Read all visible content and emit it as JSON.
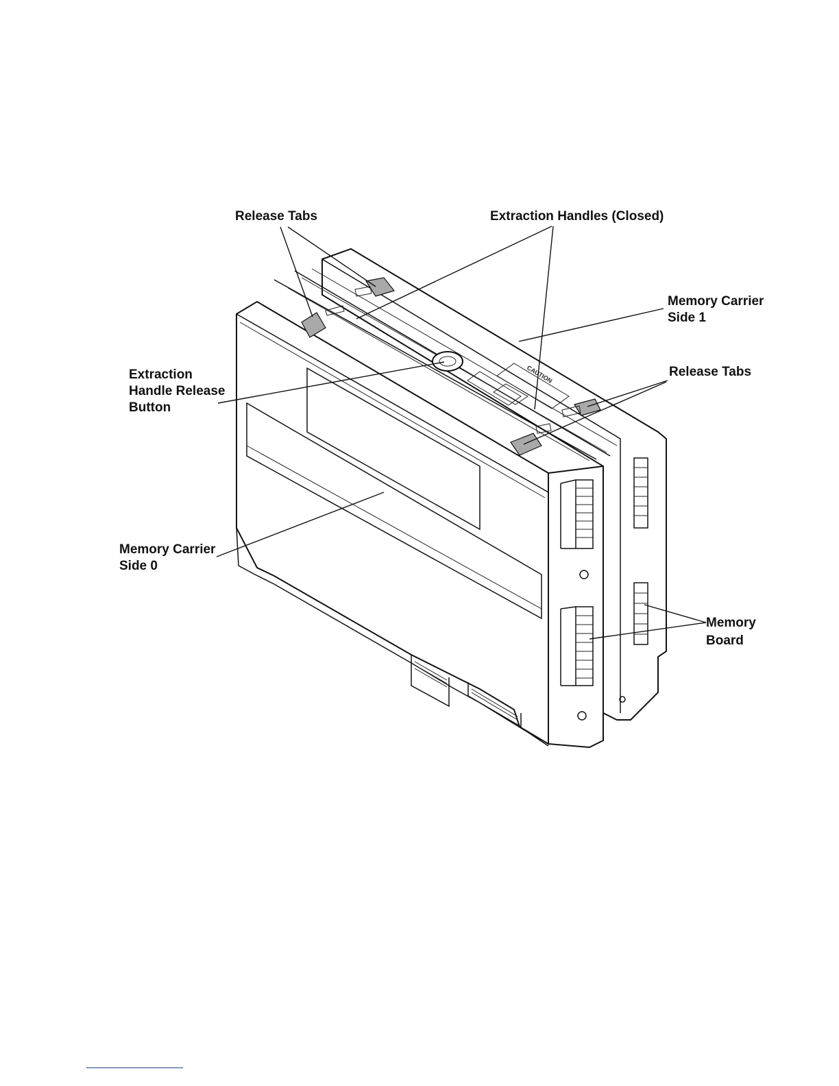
{
  "figure": {
    "labels": {
      "release_tabs_top": "Release Tabs",
      "extraction_handles": "Extraction Handles (Closed)",
      "carrier_side1_line1": "Memory Carrier",
      "carrier_side1_line2": "Side 1",
      "release_tabs_right": "Release Tabs",
      "release_button_line1": "Extraction",
      "release_button_line2": "Handle Release",
      "release_button_line3": "Button",
      "carrier_side0_line1": "Memory Carrier",
      "carrier_side0_line2": "Side 0",
      "memory_board_line1": "Memory",
      "memory_board_line2": "Board"
    },
    "device_markings": {
      "caution": "CAUTION"
    },
    "colors": {
      "line": "#111111",
      "tab_fill": "#a9a9a9",
      "footer_rule": "#2b3f8f"
    }
  }
}
